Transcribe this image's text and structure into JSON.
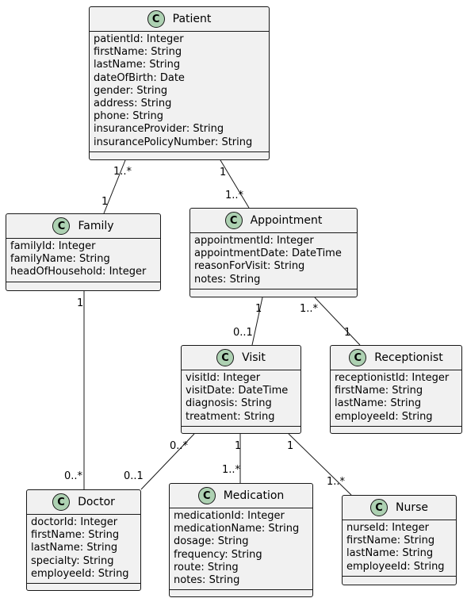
{
  "classes": {
    "patient": {
      "badge": "C",
      "name": "Patient",
      "attributes": [
        "patientId: Integer",
        "firstName: String",
        "lastName: String",
        "dateOfBirth: Date",
        "gender: String",
        "address: String",
        "phone: String",
        "insuranceProvider: String",
        "insurancePolicyNumber: String"
      ]
    },
    "family": {
      "badge": "C",
      "name": "Family",
      "attributes": [
        "familyId: Integer",
        "familyName: String",
        "headOfHousehold: Integer"
      ]
    },
    "appointment": {
      "badge": "C",
      "name": "Appointment",
      "attributes": [
        "appointmentId: Integer",
        "appointmentDate: DateTime",
        "reasonForVisit: String",
        "notes: String"
      ]
    },
    "visit": {
      "badge": "C",
      "name": "Visit",
      "attributes": [
        "visitId: Integer",
        "visitDate: DateTime",
        "diagnosis: String",
        "treatment: String"
      ]
    },
    "receptionist": {
      "badge": "C",
      "name": "Receptionist",
      "attributes": [
        "receptionistId: Integer",
        "firstName: String",
        "lastName: String",
        "employeeId: String"
      ]
    },
    "doctor": {
      "badge": "C",
      "name": "Doctor",
      "attributes": [
        "doctorId: Integer",
        "firstName: String",
        "lastName: String",
        "specialty: String",
        "employeeId: String"
      ]
    },
    "medication": {
      "badge": "C",
      "name": "Medication",
      "attributes": [
        "medicationId: Integer",
        "medicationName: String",
        "dosage: String",
        "frequency: String",
        "route: String",
        "notes: String"
      ]
    },
    "nurse": {
      "badge": "C",
      "name": "Nurse",
      "attributes": [
        "nurseId: Integer",
        "firstName: String",
        "lastName: String",
        "employeeId: String"
      ]
    }
  },
  "associations": {
    "patient_family": {
      "from": "patient",
      "to": "family",
      "from_mult": "1..*",
      "to_mult": "1"
    },
    "patient_appointment": {
      "from": "patient",
      "to": "appointment",
      "from_mult": "1",
      "to_mult": "1..*"
    },
    "family_doctor": {
      "from": "family",
      "to": "doctor",
      "from_mult": "1",
      "to_mult": "0..*"
    },
    "appointment_visit": {
      "from": "appointment",
      "to": "visit",
      "from_mult": "1",
      "to_mult": "0..1"
    },
    "appointment_receptionist": {
      "from": "appointment",
      "to": "receptionist",
      "from_mult": "1..*",
      "to_mult": "1"
    },
    "visit_doctor": {
      "from": "visit",
      "to": "doctor",
      "from_mult": "0..*",
      "to_mult": "0..1"
    },
    "visit_medication": {
      "from": "visit",
      "to": "medication",
      "from_mult": "1",
      "to_mult": "1..*"
    },
    "visit_nurse": {
      "from": "visit",
      "to": "nurse",
      "from_mult": "1",
      "to_mult": "1..*"
    }
  }
}
